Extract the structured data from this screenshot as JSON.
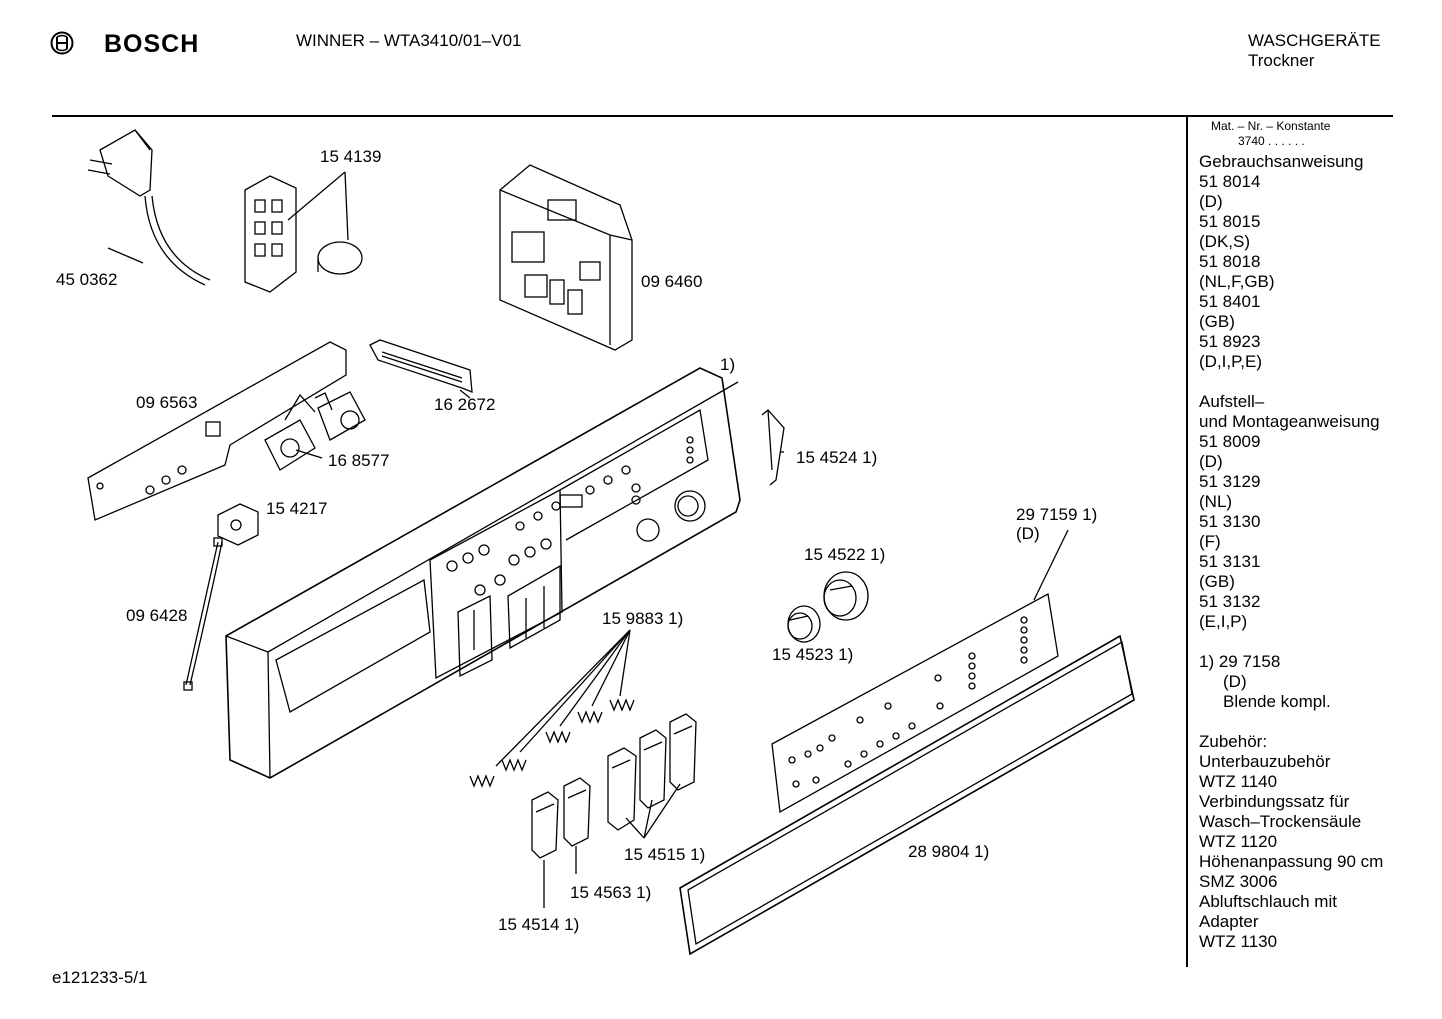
{
  "header": {
    "brand": "BOSCH",
    "model": "WINNER – WTA3410/01–V01",
    "category": "WASCHGERÄTE",
    "subcategory": "Trockner"
  },
  "footer": {
    "ref": "e121233-5/1"
  },
  "parts": [
    {
      "id": "p1",
      "label": "45 0362"
    },
    {
      "id": "p2",
      "label": "15 4139"
    },
    {
      "id": "p3",
      "label": "09 6460"
    },
    {
      "id": "p4",
      "label": "1)"
    },
    {
      "id": "p5",
      "label": "09 6563"
    },
    {
      "id": "p6",
      "label": "16 2672"
    },
    {
      "id": "p7",
      "label": "16 8577"
    },
    {
      "id": "p8",
      "label": "15 4524 1)"
    },
    {
      "id": "p9",
      "label": "15 4217"
    },
    {
      "id": "p10",
      "label": "29 7159 1)"
    },
    {
      "id": "p11",
      "label": "(D)"
    },
    {
      "id": "p12",
      "label": "15 4522 1)"
    },
    {
      "id": "p13",
      "label": "09 6428"
    },
    {
      "id": "p14",
      "label": "15 9883 1)"
    },
    {
      "id": "p15",
      "label": "15 4523 1)"
    },
    {
      "id": "p16",
      "label": "15 4515 1)"
    },
    {
      "id": "p17",
      "label": "28 9804 1)"
    },
    {
      "id": "p18",
      "label": "15 4563 1)"
    },
    {
      "id": "p19",
      "label": "15 4514 1)"
    }
  ],
  "sidebar": {
    "mat_header": "Mat. – Nr. – Konstante",
    "mat_value": "3740 . . . . . .",
    "lines": [
      {
        "text": "Gebrauchsanweisung"
      },
      {
        "text": "51 8014"
      },
      {
        "text": "(D)"
      },
      {
        "text": "51 8015"
      },
      {
        "text": "(DK,S)"
      },
      {
        "text": "51 8018"
      },
      {
        "text": "(NL,F,GB)"
      },
      {
        "text": "51 8401"
      },
      {
        "text": "(GB)"
      },
      {
        "text": "51 8923"
      },
      {
        "text": "(D,I,P,E)"
      },
      {
        "text": ""
      },
      {
        "text": "Aufstell–"
      },
      {
        "text": "und Montageanweisung"
      },
      {
        "text": "51 8009"
      },
      {
        "text": "(D)"
      },
      {
        "text": "51 3129"
      },
      {
        "text": "(NL)"
      },
      {
        "text": "51 3130"
      },
      {
        "text": "(F)"
      },
      {
        "text": "51 3131"
      },
      {
        "text": "(GB)"
      },
      {
        "text": "51 3132"
      },
      {
        "text": "(E,I,P)"
      },
      {
        "text": ""
      },
      {
        "text": "1)  29 7158"
      },
      {
        "text": "(D)"
      },
      {
        "text": "Blende kompl."
      },
      {
        "text": ""
      },
      {
        "text": "Zubehör:"
      },
      {
        "text": "Unterbauzubehör"
      },
      {
        "text": "WTZ 1140"
      },
      {
        "text": "Verbindungssatz für"
      },
      {
        "text": "Wasch–Trockensäule"
      },
      {
        "text": "WTZ 1120"
      },
      {
        "text": "Höhenanpassung 90 cm"
      },
      {
        "text": "SMZ 3006"
      },
      {
        "text": "Abluftschlauch  mit"
      },
      {
        "text": "Adapter"
      },
      {
        "text": "WTZ 1130"
      }
    ]
  }
}
